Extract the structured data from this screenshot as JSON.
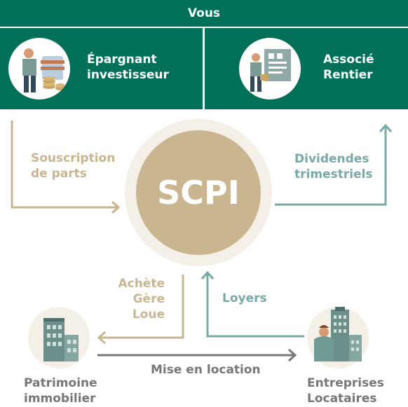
{
  "header": {
    "title": "Vous"
  },
  "panels": {
    "left": {
      "line1": "Épargnant",
      "line2": "investisseur",
      "icon": "saver-investor-icon"
    },
    "right": {
      "line1": "Associé",
      "line2": "Rentier",
      "icon": "associate-rentier-icon"
    }
  },
  "center": {
    "label": "SCPI"
  },
  "flows": {
    "subscription": {
      "line1": "Souscription",
      "line2": "de parts"
    },
    "dividends": {
      "line1": "Dividendes",
      "line2": "trimestriels"
    },
    "actions": {
      "line1": "Achète",
      "line2": "Gère",
      "line3": "Loue"
    },
    "rents": {
      "label": "Loyers"
    },
    "leasing": {
      "label": "Mise en location"
    }
  },
  "nodes": {
    "property": {
      "line1": "Patrimoine",
      "line2": "immobilier",
      "icon": "buildings-icon"
    },
    "tenants": {
      "line1": "Entreprises",
      "line2": "Locataires",
      "icon": "tenant-business-icon"
    }
  },
  "colors": {
    "green": "#007158",
    "beige": "#c9b590",
    "teal": "#79a9a6",
    "gray": "#777777",
    "halo": "#f4f0e8"
  }
}
